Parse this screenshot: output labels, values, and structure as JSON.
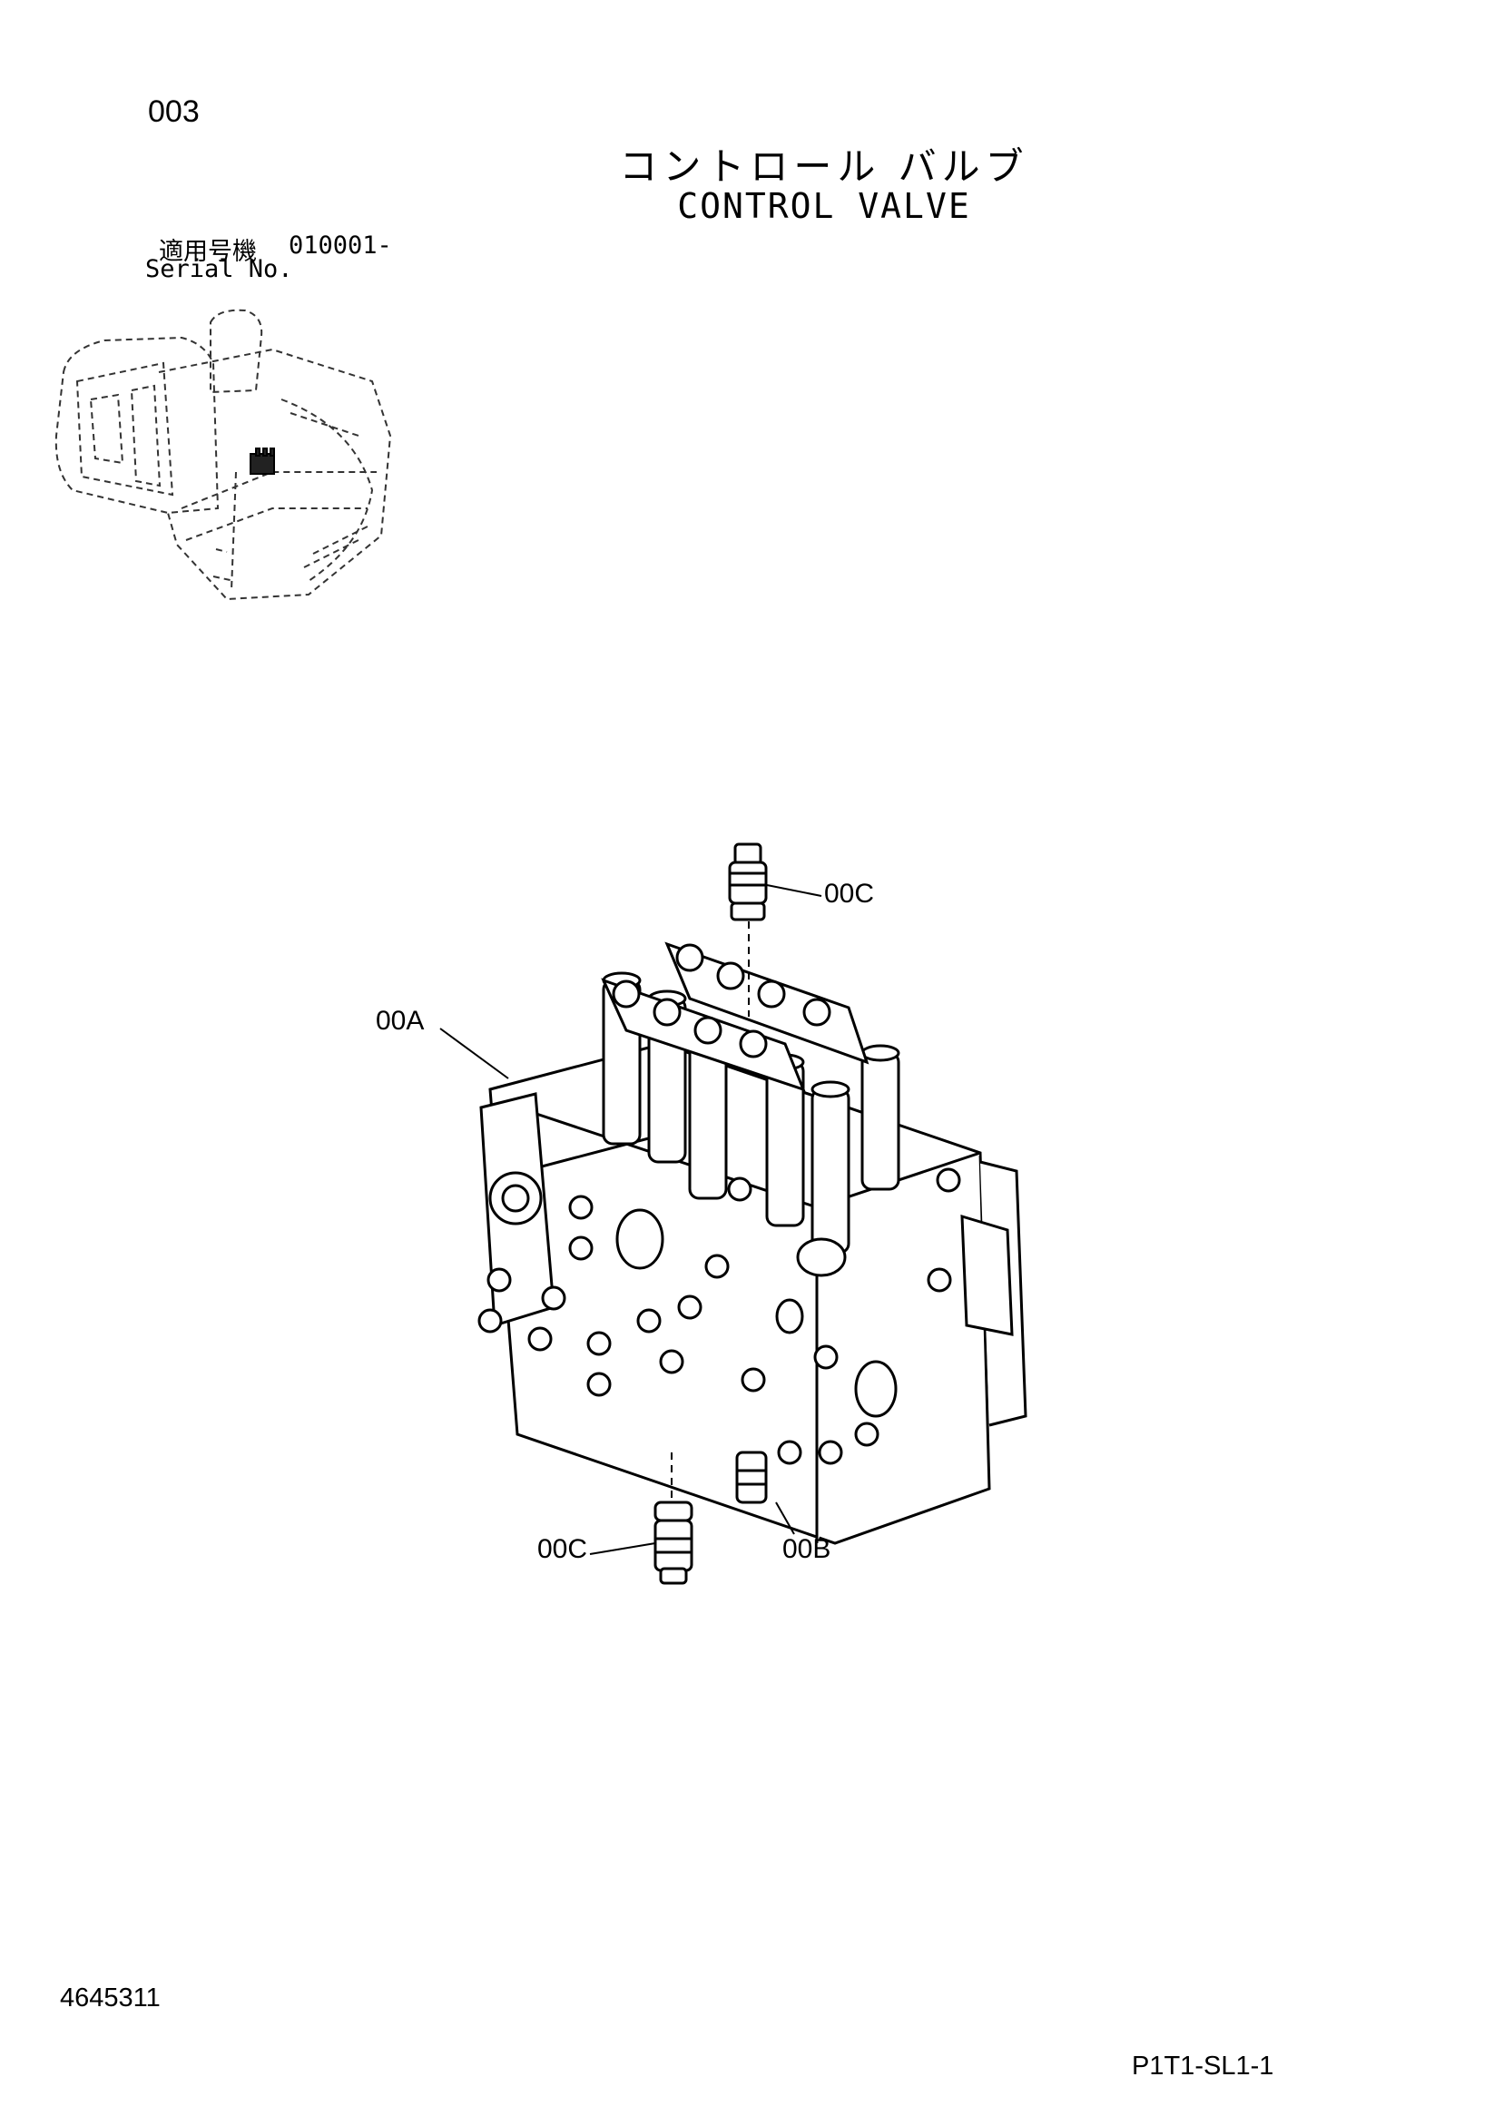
{
  "header": {
    "page_number": "003",
    "title_jp": "コントロール バルブ",
    "title_en": "CONTROL VALVE"
  },
  "serial": {
    "label_jp": "適用号機",
    "range": "010001-",
    "label_en": "Serial No."
  },
  "callouts": {
    "valve_body": "00A",
    "lower_fitting": "00B",
    "upper_plug": "00C",
    "lower_plug": "00C"
  },
  "footer": {
    "document_number": "4645311",
    "sheet_code": "P1T1-SL1-1"
  }
}
